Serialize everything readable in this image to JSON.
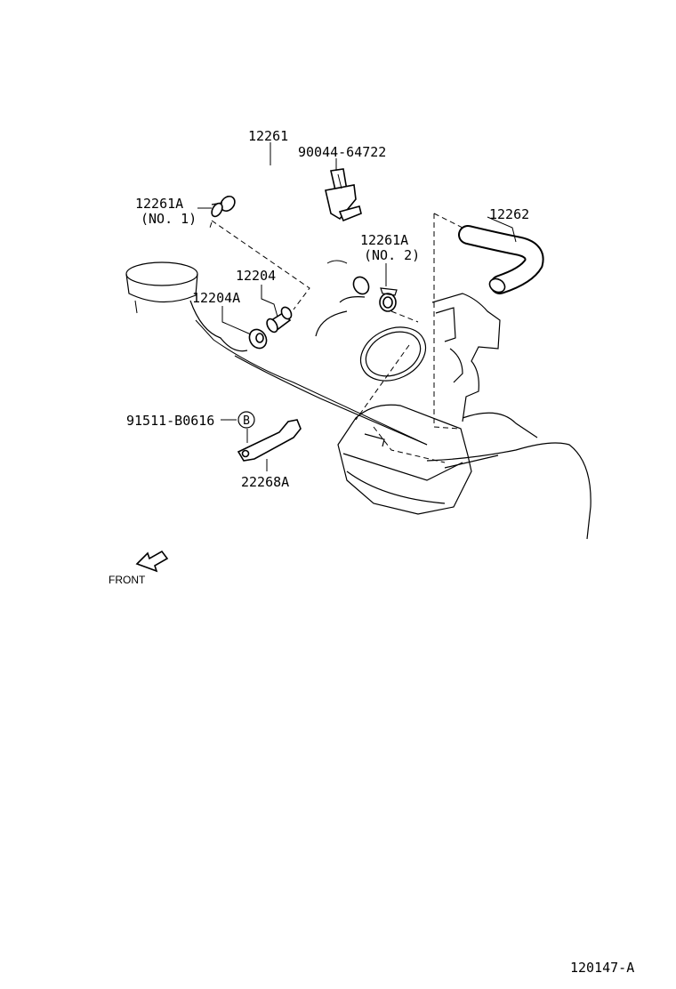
{
  "diagram": {
    "parts": [
      {
        "id": "p12261",
        "number": "12261"
      },
      {
        "id": "p90044",
        "number": "90044-64722"
      },
      {
        "id": "p12261a1",
        "number": "12261A",
        "sub": "(NO. 1)"
      },
      {
        "id": "p12262",
        "number": "12262"
      },
      {
        "id": "p12261a2",
        "number": "12261A",
        "sub": "(NO. 2)"
      },
      {
        "id": "p12204",
        "number": "12204"
      },
      {
        "id": "p12204a",
        "number": "12204A"
      },
      {
        "id": "p91511",
        "number": "91511-B0616",
        "callout": "B"
      },
      {
        "id": "p22268a",
        "number": "22268A"
      }
    ],
    "front_label": "FRONT",
    "figure_code": "120147-A"
  }
}
